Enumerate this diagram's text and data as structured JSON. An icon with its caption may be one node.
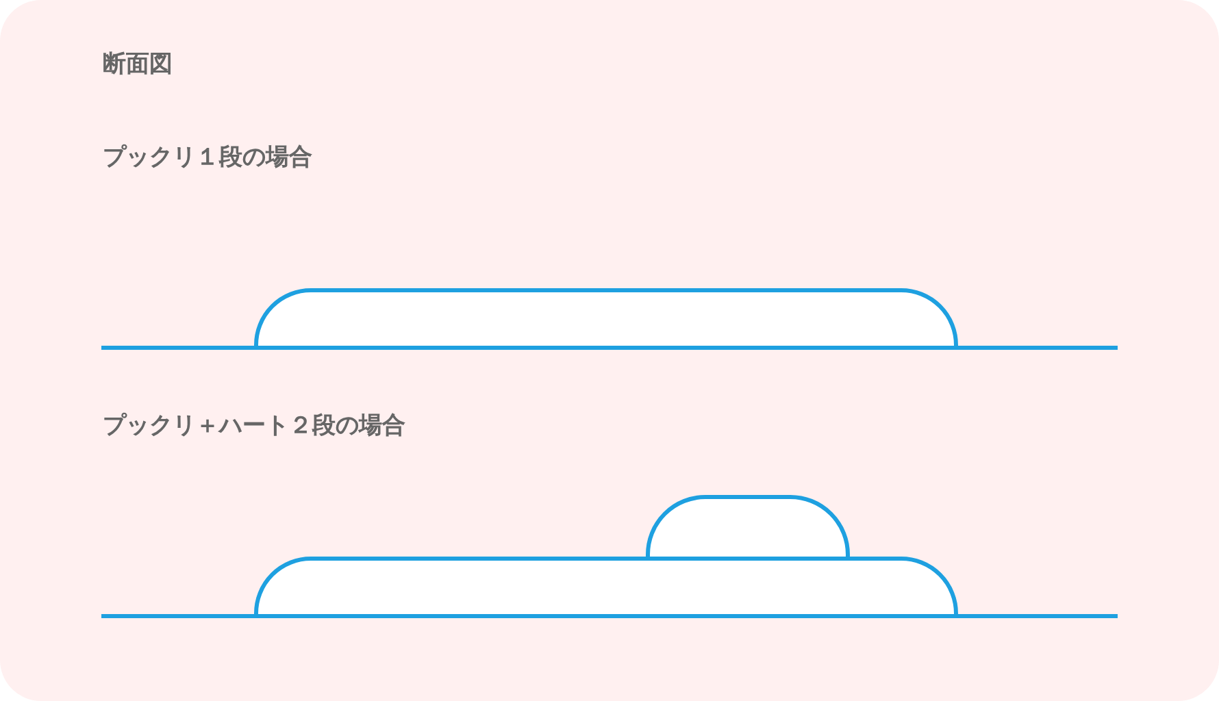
{
  "diagram": {
    "title": "断面図",
    "labels": [
      "プックリ１段の場合",
      "プックリ＋ハート２段の場合"
    ]
  }
}
